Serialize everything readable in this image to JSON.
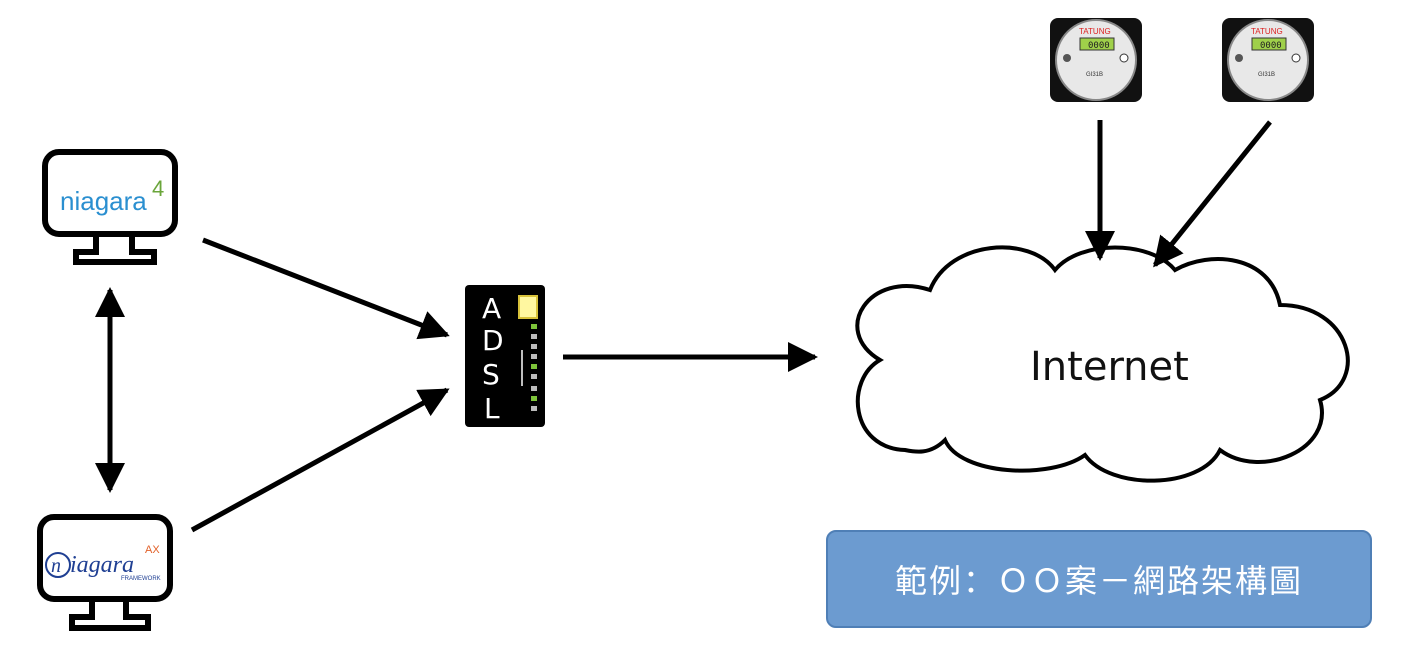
{
  "nodes": {
    "niagara4": {
      "text": "niagara",
      "sup": "4"
    },
    "niagara_ax": {
      "text": "iagara",
      "initial": "n",
      "sup": "AX",
      "sub": "FRAMEWORK"
    },
    "adsl": {
      "letters": [
        "A",
        "D",
        "S",
        "L"
      ]
    },
    "internet": {
      "label": "Internet"
    },
    "meters": [
      {
        "brand": "TATUNG",
        "display": "0000",
        "model": "GI31B"
      },
      {
        "brand": "TATUNG",
        "display": "0000",
        "model": "GI31B"
      }
    ]
  },
  "caption": {
    "text": "範例：ＯＯ案－網路架構圖"
  },
  "colors": {
    "caption_bg": "#6c9bd0",
    "caption_border": "#4f7fb6",
    "niagara4_text": "#2a8fd0",
    "niagara_ax": "#1f3f93",
    "lcd": "#9fd04a"
  }
}
